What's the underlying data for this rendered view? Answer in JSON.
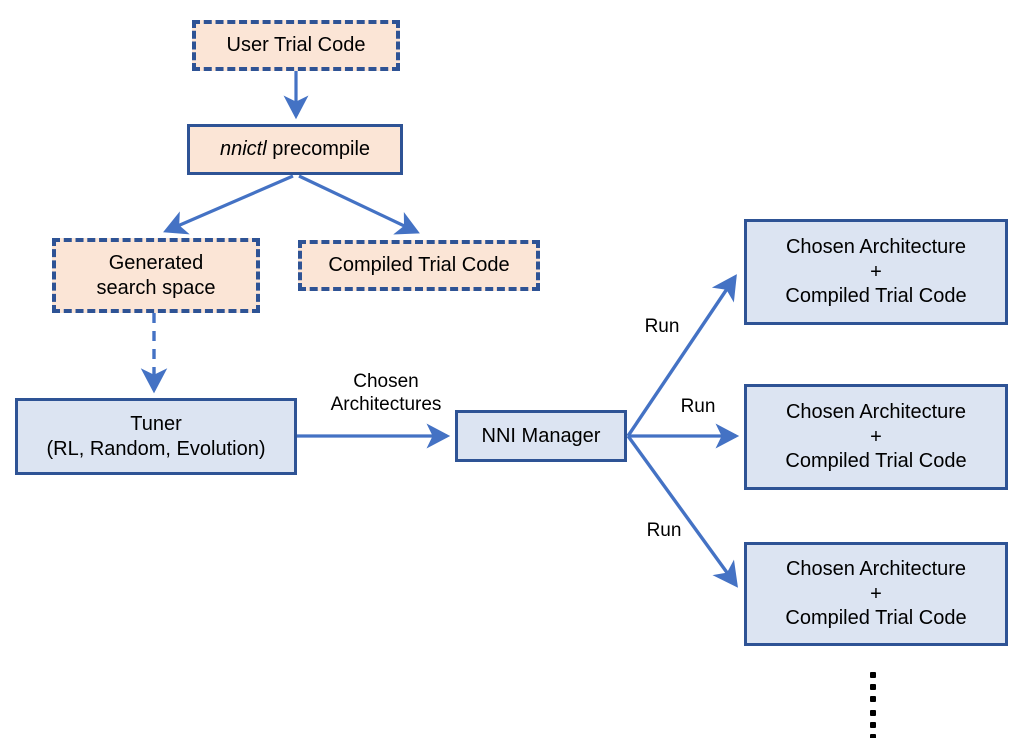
{
  "diagram": {
    "title": "NNI precompile / trial dispatch flow",
    "colors": {
      "peach_fill": "#FBE5D6",
      "blue_fill": "#DCE4F2",
      "node_border": "#2E5395",
      "arrow": "#4472C4",
      "text": "#000000",
      "background": "#FFFFFF"
    },
    "nodes": {
      "user_trial_code": {
        "label": "User Trial Code"
      },
      "nnictl_precompile": {
        "label_italic": "nnictl",
        "label_rest": " precompile"
      },
      "generated_search_space": {
        "line1": "Generated",
        "line2": "search space"
      },
      "compiled_trial_code": {
        "label": "Compiled Trial Code"
      },
      "tuner": {
        "line1": "Tuner",
        "line2": "(RL, Random, Evolution)"
      },
      "nni_manager": {
        "label": "NNI Manager"
      },
      "trial_1": {
        "line1": "Chosen Architecture",
        "line2": "+",
        "line3": "Compiled Trial Code"
      },
      "trial_2": {
        "line1": "Chosen Architecture",
        "line2": "+",
        "line3": "Compiled Trial Code"
      },
      "trial_3": {
        "line1": "Chosen Architecture",
        "line2": "+",
        "line3": "Compiled Trial Code"
      }
    },
    "edge_labels": {
      "chosen_architectures": "Chosen\nArchitectures",
      "run_top": "Run",
      "run_middle": "Run",
      "run_bottom": "Run"
    },
    "continuation": {
      "glyph": "vertical-ellipsis",
      "count": 2
    }
  }
}
